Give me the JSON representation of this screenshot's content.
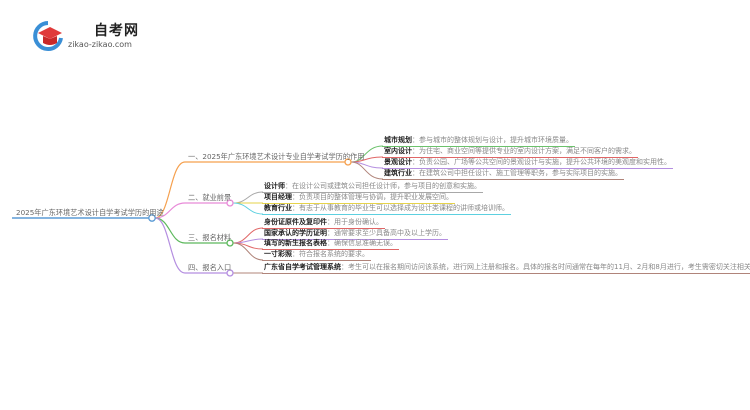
{
  "logo": {
    "title": "自考网",
    "url": "zikao-zikao.com"
  },
  "root": {
    "label": "2025年广东环境艺术设计自学考试学历的用途",
    "color": "#5b9bd5"
  },
  "branches": [
    {
      "label": "一、2025年广东环境艺术设计专业自学考试学历的作用",
      "color": "#f5a04e",
      "leaves": [
        {
          "title": "城市规划",
          "desc": "参与城市的整体规划与设计，提升城市环境质量。",
          "color": "#6cc26c"
        },
        {
          "title": "室内设计",
          "desc": "为住宅、商业空间等提供专业的室内设计方案，满足不同客户的需求。",
          "color": "#e06666"
        },
        {
          "title": "景观设计",
          "desc": "负责公园、广场等公共空间的景观设计与实施，提升公共环境的美观度和实用性。",
          "color": "#b48ee0"
        },
        {
          "title": "建筑行业",
          "desc": "在建筑公司中担任设计、施工管理等职务，参与实际项目的实施。",
          "color": "#b0847a"
        }
      ]
    },
    {
      "label": "二、就业前景",
      "color": "#e88ad8",
      "leaves": [
        {
          "title": "设计师",
          "desc": "在设计公司或建筑公司担任设计师，参与项目的创意和实施。",
          "color": "#a8a8a8"
        },
        {
          "title": "项目经理",
          "desc": "负责项目的整体管理与协调，提升职业发展空间。",
          "color": "#e6d34a"
        },
        {
          "title": "教育行业",
          "desc": "有志于从事教育的毕业生可以选择成为设计类课程的讲师或培训师。",
          "color": "#5dd0e0"
        }
      ]
    },
    {
      "label": "三、报名材料",
      "color": "#5cb85c",
      "leaves": [
        {
          "title": "身份证原件及复印件",
          "desc": "用于身份确认。",
          "color": "#e06666"
        },
        {
          "title": "国家承认的学历证明",
          "desc": "通常要求至少具备高中及以上学历。",
          "color": "#b48ee0"
        },
        {
          "title": "填写的新生报名表格",
          "desc": "确保信息准确无误。",
          "color": "#e06666"
        },
        {
          "title": "一寸彩照",
          "desc": "符合报名系统的要求。",
          "color": "#b0847a"
        }
      ]
    },
    {
      "label": "四、报名入口",
      "color": "#b48ee0",
      "leaves": [
        {
          "title": "广东省自学考试管理系统",
          "desc": "考生可以在报名期间访问该系统，进行网上注册和报名。具体的报名时间通常在每年的11月、2月和8月进行，考生需密切关注相关信息。",
          "color": "#b0847a"
        }
      ]
    }
  ]
}
